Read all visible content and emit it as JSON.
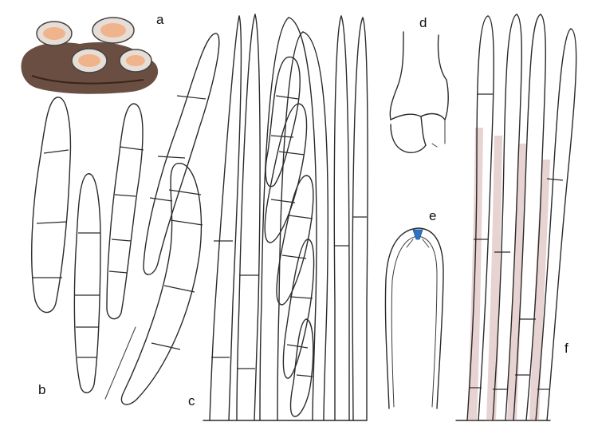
{
  "figure": {
    "panel_labels": {
      "a": "a",
      "b": "b",
      "c": "c",
      "d": "d",
      "e": "e",
      "f": "f"
    },
    "colors": {
      "ink": "#2a2a2a",
      "substrate": "#5a3b2e",
      "apothecia": "#f0b48c",
      "amyloid_tip": "#2d74c8",
      "paraphyses_tint": "#b9827a"
    },
    "panels": {
      "a": "apothecia-illustration",
      "b": "spores",
      "c": "asci-with-spores",
      "d": "ascus-base-crozier",
      "e": "ascus-apex-amyloid",
      "f": "paraphyses"
    }
  }
}
